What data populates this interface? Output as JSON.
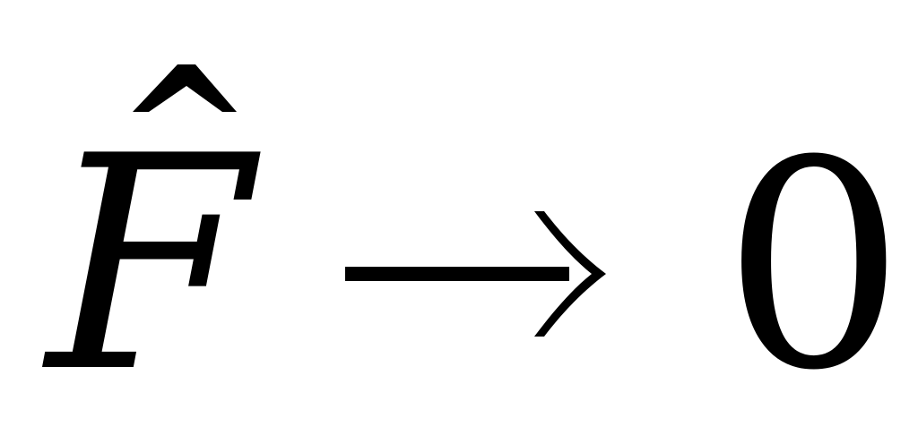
{
  "formula": {
    "variable": "F",
    "accent": "hat",
    "relation": "→",
    "value": "0"
  },
  "colors": {
    "ink": "#000000",
    "background": "#ffffff"
  }
}
